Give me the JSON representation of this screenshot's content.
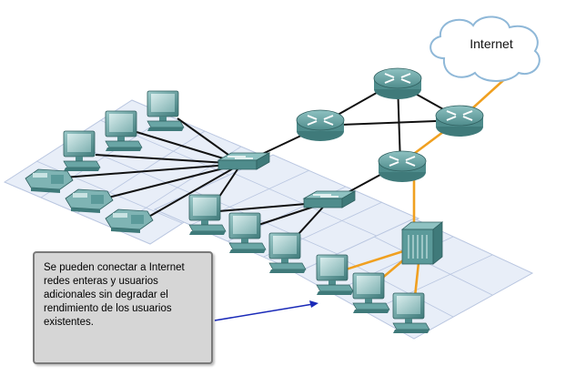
{
  "cloud": {
    "label": "Internet"
  },
  "callout": {
    "lines": [
      "Se pueden conectar a Internet",
      "redes enteras y usuarios",
      "adicionales sin degradar el",
      "rendimiento de los usuarios",
      "existentes."
    ]
  },
  "colors": {
    "floor_fill": "#e8eef8",
    "floor_grid": "#b9c6e0",
    "device_teal": "#5b9a9a",
    "cable_black": "#111111",
    "cable_orange": "#f0a020",
    "arrow_blue": "#1a2ab8",
    "callout_bg": "#d6d6d6"
  },
  "icons": [
    "cloud-icon",
    "router-icon",
    "switch-icon",
    "server-icon",
    "pc-icon",
    "ip-phone-icon"
  ]
}
